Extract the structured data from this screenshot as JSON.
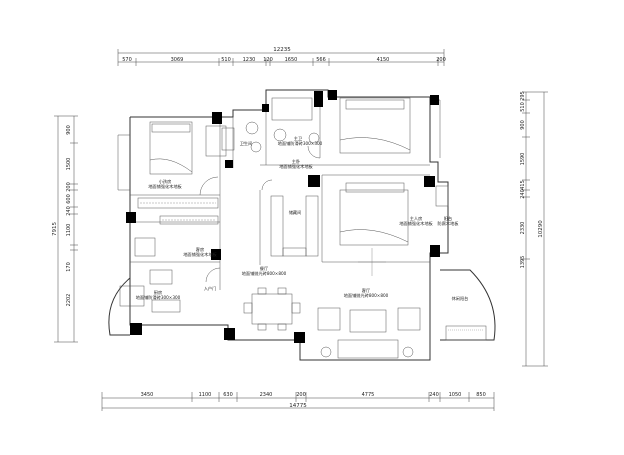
{
  "plan": {
    "top_total": "12235",
    "top_segments": [
      "570",
      "3069",
      "510",
      "1230",
      "120",
      "1650",
      "566",
      "4150",
      "200"
    ],
    "bottom_total": "14775",
    "bottom_segments": [
      "3450",
      "1100",
      "630",
      "2340",
      "200",
      "4775",
      "240",
      "1050",
      "850"
    ],
    "left_total": "7915",
    "left_segments": [
      "900",
      "1500",
      "200",
      "600",
      "240",
      "1100",
      "170",
      "2202"
    ],
    "right_total": "10290",
    "right_segments": [
      "295",
      "510",
      "900",
      "1590",
      "415",
      "240",
      "2330",
      "1395"
    ],
    "rooms": [
      {
        "name": "小孩房",
        "note": "地面铺强化木地板"
      },
      {
        "name": "客房",
        "note": "地面铺强化木地板"
      },
      {
        "name": "卫生间",
        "note": ""
      },
      {
        "name": "主卫",
        "note": "地面铺防滑砖300×300"
      },
      {
        "name": "主卧",
        "note": "地面铺强化木地板"
      },
      {
        "name": "主人房",
        "note": "地面铺强化木地板"
      },
      {
        "name": "储藏间",
        "note": ""
      },
      {
        "name": "阳台",
        "note": "防腐木地板"
      },
      {
        "name": "餐厅",
        "note": "地面铺抛光砖800×800"
      },
      {
        "name": "客厅",
        "note": "地面铺抛光砖800×800"
      },
      {
        "name": "厨房",
        "note": "地面铺防滑砖300×300"
      },
      {
        "name": "入户门",
        "note": ""
      },
      {
        "name": "休闲阳台",
        "note": ""
      }
    ]
  }
}
